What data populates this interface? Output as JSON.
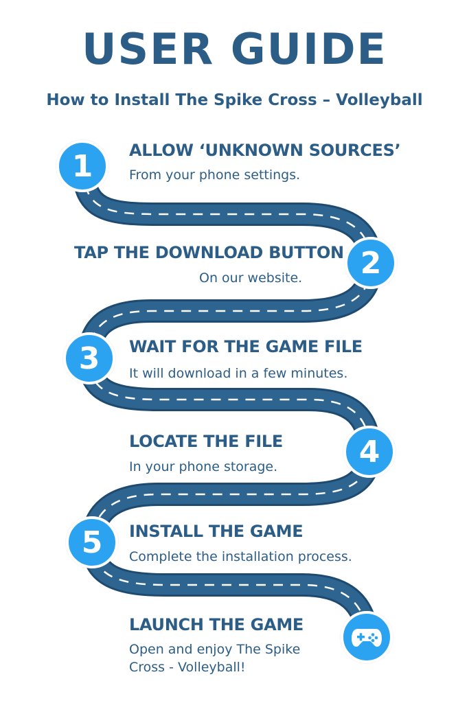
{
  "header": {
    "title": "USER GUIDE",
    "subtitle": "How to Install The Spike Cross – Volleyball"
  },
  "colors": {
    "road": "#2c5d87",
    "road_edge": "#1e4a70",
    "badge": "#2ba3f1",
    "text": "#2c5d87"
  },
  "steps": [
    {
      "number": "1",
      "title": "ALLOW ‘UNKNOWN SOURCES’",
      "desc": "From your phone settings."
    },
    {
      "number": "2",
      "title": "TAP THE DOWNLOAD BUTTON",
      "desc": "On our website."
    },
    {
      "number": "3",
      "title": "WAIT FOR THE GAME FILE",
      "desc": "It will download in a few minutes."
    },
    {
      "number": "4",
      "title": "LOCATE THE FILE",
      "desc": "In your phone storage."
    },
    {
      "number": "5",
      "title": "INSTALL THE GAME",
      "desc": "Complete the installation process."
    },
    {
      "number": "",
      "icon": "gamepad-icon",
      "title": "LAUNCH THE GAME",
      "desc": "Open and enjoy The Spike Cross - Volleyball!"
    }
  ]
}
